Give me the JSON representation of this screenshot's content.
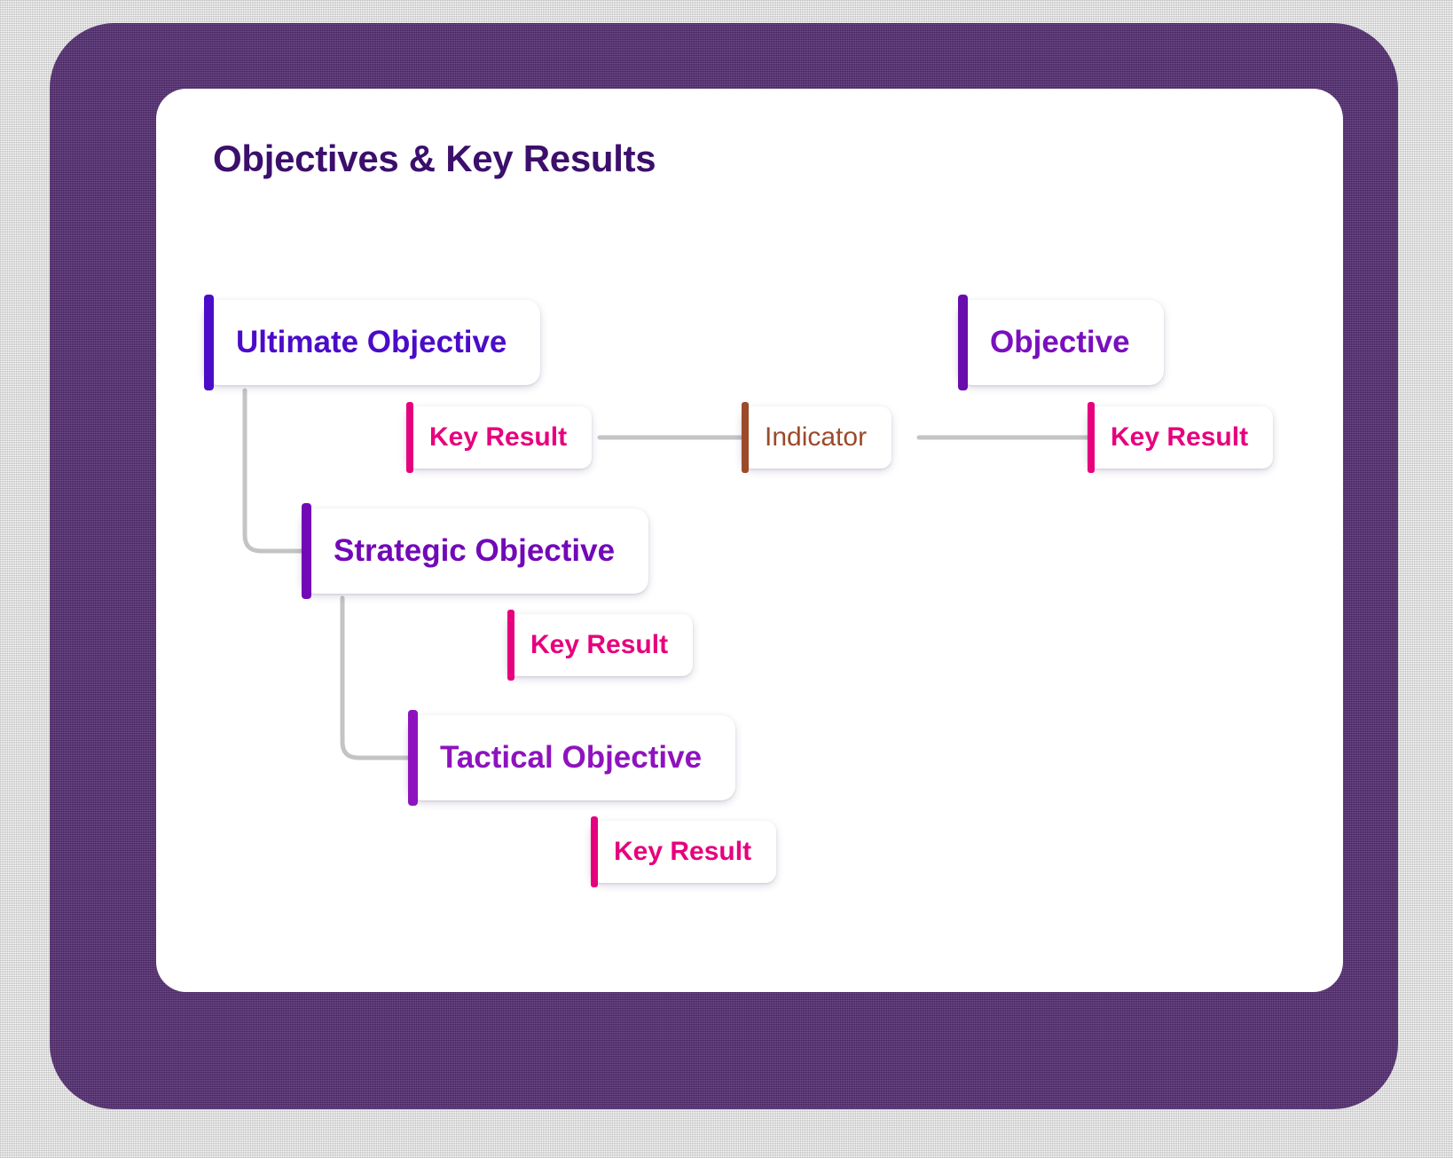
{
  "page": {
    "title": "Objectives & Key Results"
  },
  "colors": {
    "frame_purple": "#522A72",
    "panel_white": "#FFFFFF",
    "title_purple": "#3B0F6B",
    "ultimate_violet": "#4B0BC9",
    "objective_purple": "#7A0FBE",
    "strategic_purple": "#7209B7",
    "tactical_purple": "#8E13BE",
    "key_result_magenta": "#E6007E",
    "indicator_brown": "#9C4A2A",
    "connector_gray": "#C4C4C4"
  },
  "diagram": {
    "type": "okr-tree",
    "nodes": [
      {
        "id": "ultimate-objective",
        "label": "Ultimate Objective",
        "kind": "objective",
        "accent": "#4B0BC9",
        "text_color": "#4B0BC9"
      },
      {
        "id": "objective",
        "label": "Objective",
        "kind": "objective",
        "accent": "#6A0DAD",
        "text_color": "#7A0FBE"
      },
      {
        "id": "key-result-1",
        "label": "Key Result",
        "kind": "key-result",
        "accent": "#E6007E",
        "text_color": "#E6007E"
      },
      {
        "id": "indicator",
        "label": "Indicator",
        "kind": "indicator",
        "accent": "#9C4A2A",
        "text_color": "#9C4A2A"
      },
      {
        "id": "key-result-2",
        "label": "Key Result",
        "kind": "key-result",
        "accent": "#E6007E",
        "text_color": "#E6007E"
      },
      {
        "id": "strategic-objective",
        "label": "Strategic Objective",
        "kind": "objective",
        "accent": "#7209B7",
        "text_color": "#7209B7"
      },
      {
        "id": "key-result-3",
        "label": "Key Result",
        "kind": "key-result",
        "accent": "#E6007E",
        "text_color": "#E6007E"
      },
      {
        "id": "tactical-objective",
        "label": "Tactical Objective",
        "kind": "objective",
        "accent": "#8E13BE",
        "text_color": "#8E13BE"
      },
      {
        "id": "key-result-4",
        "label": "Key Result",
        "kind": "key-result",
        "accent": "#E6007E",
        "text_color": "#E6007E"
      }
    ],
    "edges": [
      {
        "from": "ultimate-objective",
        "to": "strategic-objective",
        "style": "elbow"
      },
      {
        "from": "strategic-objective",
        "to": "tactical-objective",
        "style": "elbow"
      },
      {
        "from": "key-result-1",
        "to": "indicator",
        "style": "straight"
      },
      {
        "from": "indicator",
        "to": "key-result-2",
        "style": "straight"
      }
    ]
  }
}
